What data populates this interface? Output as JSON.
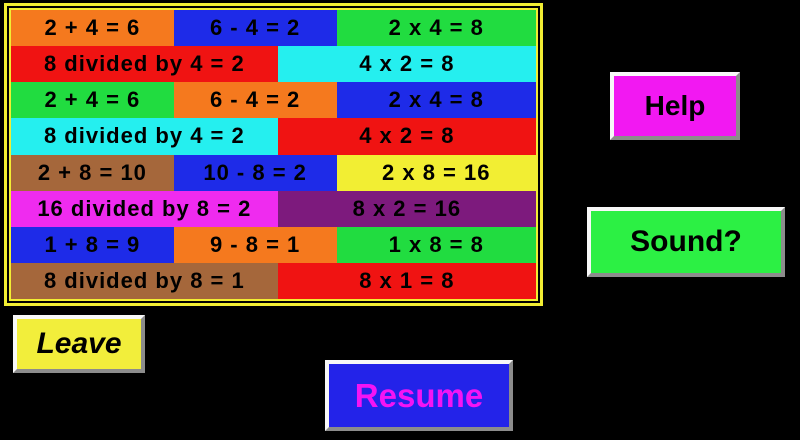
{
  "colors": {
    "background": "#000000",
    "board_frame": "#F2EE33",
    "board_inner_line": "#000000",
    "orange": "#F5791E",
    "blue": "#1E2BE8",
    "green": "#21DC40",
    "red": "#F01312",
    "cyan": "#25EFEF",
    "brown": "#A5673B",
    "yellow": "#F2EE33",
    "magenta": "#EF2BEF",
    "purple": "#7D1A7D"
  },
  "board": {
    "rows": [
      {
        "cells": [
          {
            "text": "2 + 4 = 6",
            "bg": "#F5791E"
          },
          {
            "text": "6 - 4 = 2",
            "bg": "#1E2BE8"
          },
          {
            "text": "2 x 4 = 8",
            "bg": "#21DC40"
          }
        ]
      },
      {
        "cells": [
          {
            "text": "8 divided by 4 = 2",
            "bg": "#F01312"
          },
          {
            "text": "4 x 2 = 8",
            "bg": "#25EFEF"
          }
        ]
      },
      {
        "cells": [
          {
            "text": "2 + 4 = 6",
            "bg": "#21DC40"
          },
          {
            "text": "6 - 4 = 2",
            "bg": "#F5791E"
          },
          {
            "text": "2 x 4 = 8",
            "bg": "#1E2BE8"
          }
        ]
      },
      {
        "cells": [
          {
            "text": "8 divided by 4 = 2",
            "bg": "#25EFEF"
          },
          {
            "text": "4 x 2 = 8",
            "bg": "#F01312"
          }
        ]
      },
      {
        "cells": [
          {
            "text": "2 + 8 = 10",
            "bg": "#A5673B"
          },
          {
            "text": "10 - 8 = 2",
            "bg": "#1E2BE8"
          },
          {
            "text": "2 x 8 = 16",
            "bg": "#F2EE33"
          }
        ]
      },
      {
        "cells": [
          {
            "text": "16 divided by 8 = 2",
            "bg": "#EF2BEF"
          },
          {
            "text": "8 x 2 = 16",
            "bg": "#7D1A7D"
          }
        ]
      },
      {
        "cells": [
          {
            "text": "1 + 8 = 9",
            "bg": "#1E2BE8"
          },
          {
            "text": "9 - 8 = 1",
            "bg": "#F5791E"
          },
          {
            "text": "1 x 8 = 8",
            "bg": "#21DC40"
          }
        ]
      },
      {
        "cells": [
          {
            "text": "8 divided by 8 = 1",
            "bg": "#A5673B"
          },
          {
            "text": "8 x 1 = 8",
            "bg": "#F01312"
          }
        ]
      }
    ]
  },
  "buttons": {
    "help": {
      "label": "Help",
      "bg": "#F218F2",
      "fg": "#000000"
    },
    "sound": {
      "label": "Sound?",
      "bg": "#2CF044",
      "fg": "#000000"
    },
    "leave": {
      "label": "Leave",
      "bg": "#F2EE3B",
      "fg": "#000000"
    },
    "resume": {
      "label": "Resume",
      "bg": "#2323E9",
      "fg": "#F414F4"
    }
  }
}
